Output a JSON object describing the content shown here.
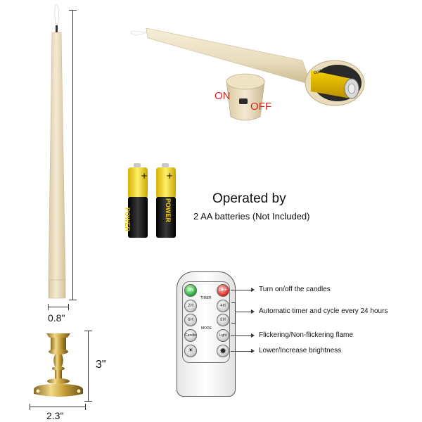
{
  "dimensions": {
    "width_label": "0.8\"",
    "holder_height_label": "3\"",
    "holder_width_label": "2.3\""
  },
  "switch": {
    "on_label": "ON",
    "off_label": "OFF",
    "color": "#e0261b"
  },
  "battery": {
    "brand": "POWER",
    "cap_text": "cell.com"
  },
  "operated": {
    "title": "Operated by",
    "subtitle": "2 AA batteries (Not Included)"
  },
  "remote": {
    "buttons": {
      "on": "ON",
      "off": "OFF",
      "timer_label": "TIMER",
      "t2h": "2H",
      "t4h": "4H",
      "t6h": "6H",
      "t8h": "8H",
      "mode_label": "MODE",
      "candle": "Candle",
      "light": "Light"
    },
    "annotations": [
      "Turn on/off the candles",
      "Automatic timer and cycle every 24 hours",
      "Flickering/Non-flickering flame",
      "Lower/Increase brightness"
    ]
  },
  "colors": {
    "candle": "#efe3c6",
    "gold": "#c9a23a",
    "battery_yellow": "#f5d000",
    "battery_black": "#111111"
  }
}
